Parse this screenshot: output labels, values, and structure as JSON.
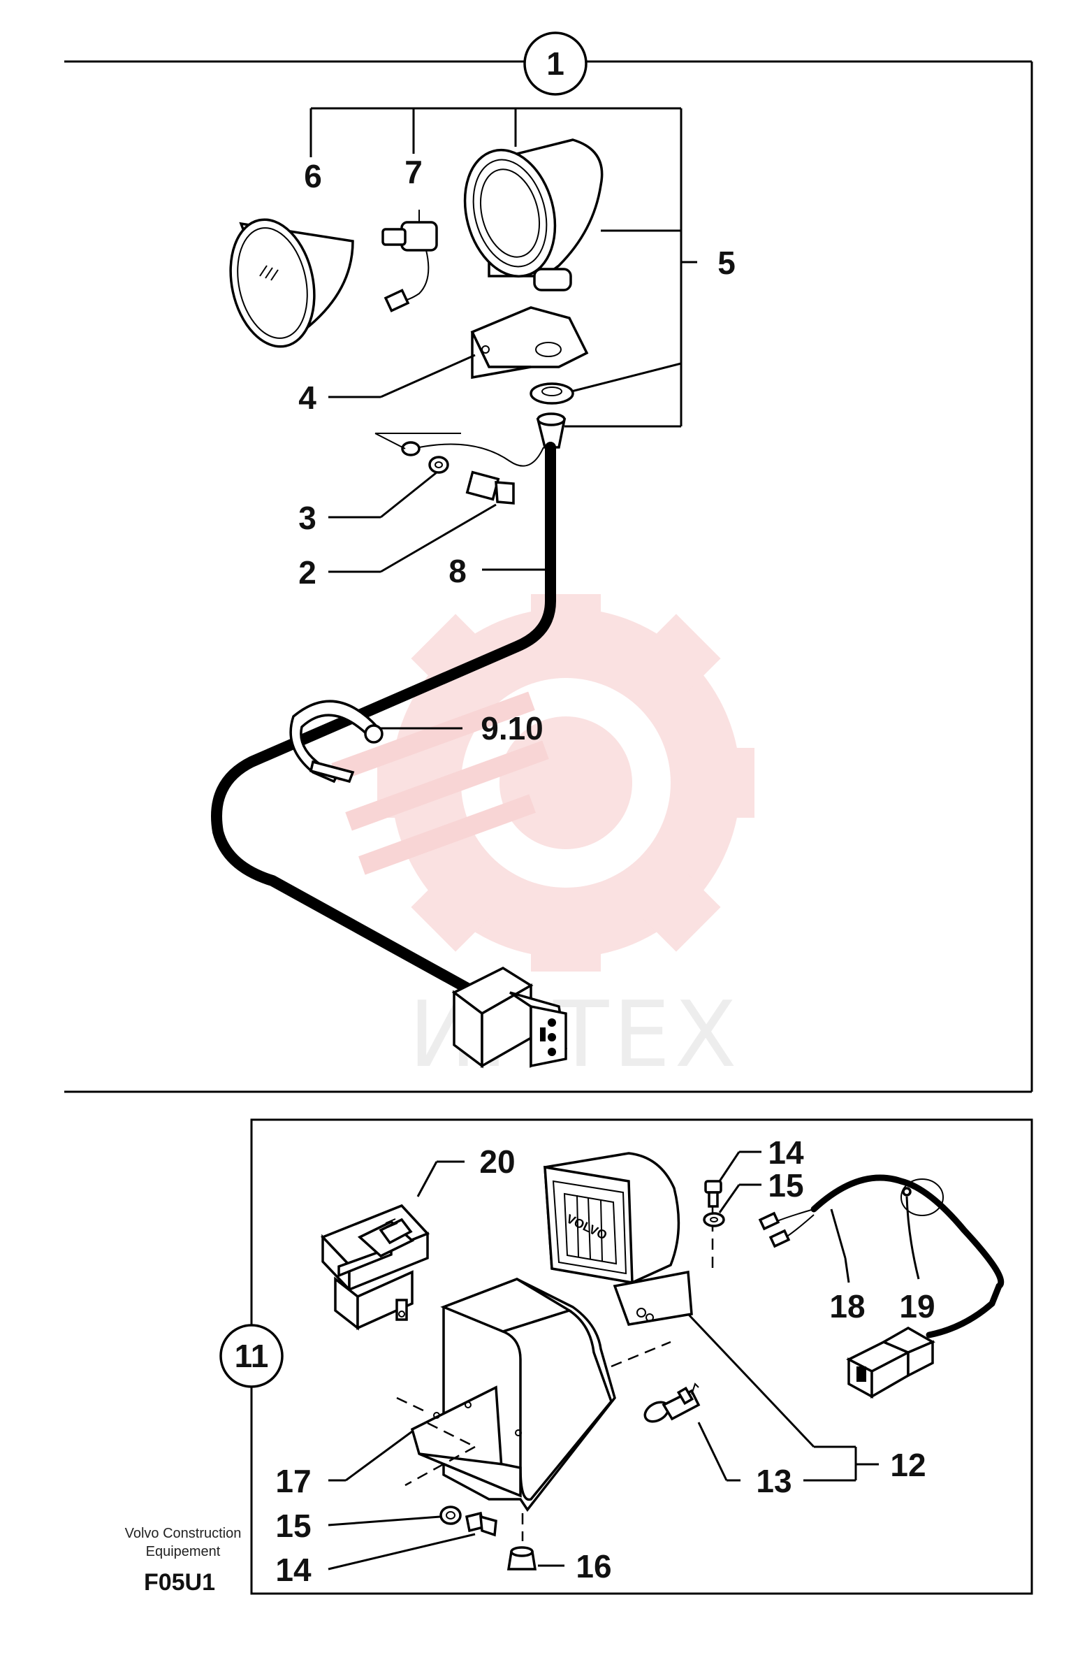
{
  "callouts": {
    "c1": "1",
    "c2": "2",
    "c3": "3",
    "c4": "4",
    "c5": "5",
    "c6": "6",
    "c7": "7",
    "c8": "8",
    "c910": "9.10",
    "c11": "11",
    "c12": "12",
    "c13": "13",
    "c14a": "14",
    "c14b": "14",
    "c15a": "15",
    "c15b": "15",
    "c16": "16",
    "c17": "17",
    "c18": "18",
    "c19": "19",
    "c20": "20"
  },
  "footer": {
    "maker_line1": "Volvo Construction",
    "maker_line2": "Equipement",
    "code": "F05U1"
  },
  "lamp_badge": "VOLVO",
  "watermark": "ИНТЕХ"
}
